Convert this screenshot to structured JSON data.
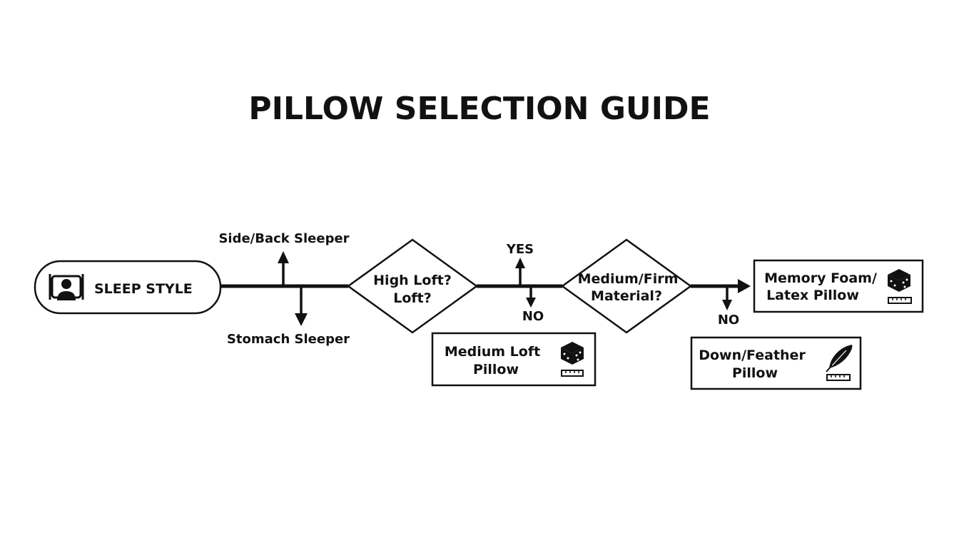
{
  "title": "PILLOW SELECTION GUIDE",
  "start": {
    "label": "SLEEP STYLE",
    "icon": "sleeping-person-icon"
  },
  "branches": {
    "up_label": "Side/Back Sleeper",
    "down_label": "Stomach Sleeper"
  },
  "decisions": [
    {
      "line1": "High Loft?",
      "line2": "Loft?",
      "yes": "YES",
      "no": "NO"
    },
    {
      "line1": "Medium/Firm",
      "line2": "Material?",
      "no": "NO"
    }
  ],
  "outcomes": [
    {
      "line1": "Medium Loft",
      "line2": "Pillow",
      "icon": "foam-block-icon",
      "sub_icon": "ruler-icon"
    },
    {
      "line1": "Memory Foam/",
      "line2": "Latex Pillow",
      "icon": "foam-block-icon",
      "sub_icon": "ruler-icon"
    },
    {
      "line1": "Down/Feather",
      "line2": "Pillow",
      "icon": "feather-icon",
      "sub_icon": "ruler-icon"
    }
  ],
  "colors": {
    "stroke": "#111111",
    "background": "#ffffff"
  }
}
